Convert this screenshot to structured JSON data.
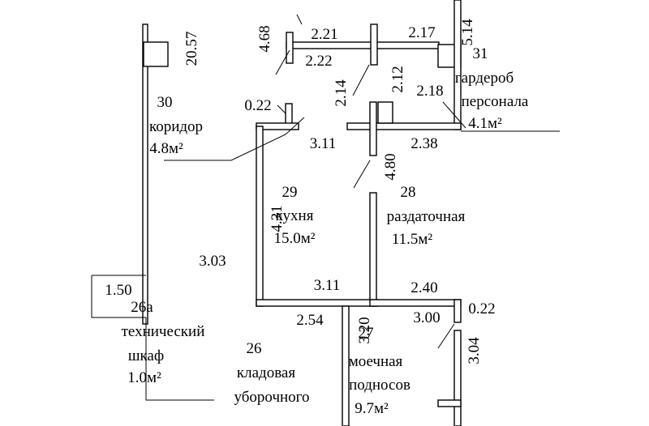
{
  "rooms": {
    "r30": {
      "number": "30",
      "name": "коридор",
      "area": "4.8м²"
    },
    "r31": {
      "number": "31",
      "name_line1": "гардероб",
      "name_line2": "персонала",
      "area": "4.1м²"
    },
    "r29": {
      "number": "29",
      "name": "кухня",
      "area": "15.0м²"
    },
    "r28": {
      "number": "28",
      "name": "раздаточная",
      "area": "11.5м²"
    },
    "r26a": {
      "number": "26а",
      "name_line1": "технический",
      "name_line2": "шкаф",
      "area": "1.0м²"
    },
    "r26": {
      "number": "26",
      "name_line1": "кладовая",
      "name_line2": "уборочного"
    },
    "r27": {
      "number": "27",
      "name_line1": "моечная",
      "name_line2": "подносов",
      "area": "9.7м²"
    }
  },
  "dims": {
    "d2057": "20.57",
    "d468": "4.68",
    "d221": "2.21",
    "d217": "2.17",
    "d514": "5.14",
    "d222": "2.22",
    "d214": "2.14",
    "d212": "2.12",
    "d218": "2.18",
    "d022a": "0.22",
    "d311a": "3.11",
    "d238": "2.38",
    "d480": "4.80",
    "d431": "4.31",
    "d303": "3.03",
    "d311b": "3.11",
    "d240": "2.40",
    "d022b": "0.22",
    "d150": "1.50",
    "d254": "2.54",
    "d320": "3.20",
    "d300": "3.00",
    "d304": "3.04"
  },
  "colors": {
    "line": "#000000",
    "background": "#ffffff"
  }
}
